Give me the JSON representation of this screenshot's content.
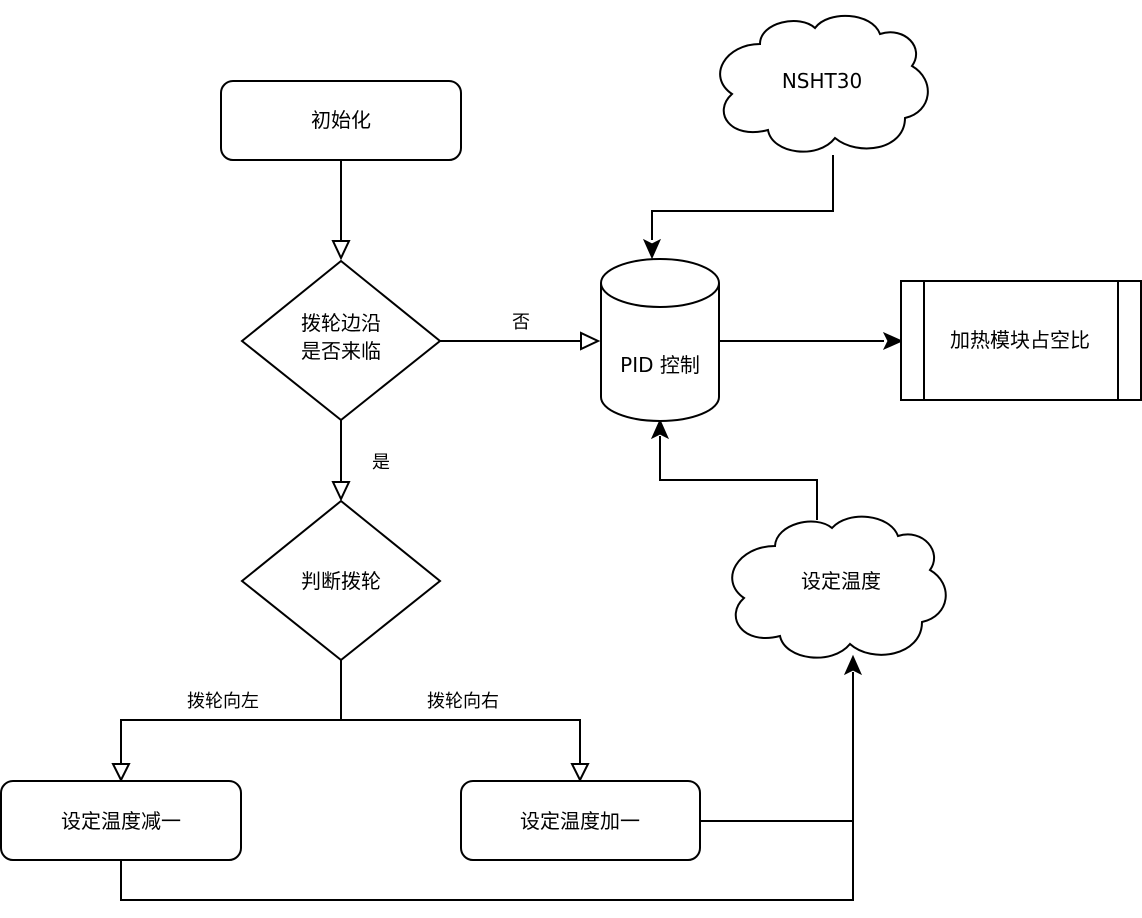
{
  "diagram": {
    "nodes": {
      "init": "初始化",
      "wheel_edge_line1": "拨轮边沿",
      "wheel_edge_line2": "是否来临",
      "judge_wheel": "判断拨轮",
      "temp_minus": "设定温度减一",
      "temp_plus": "设定温度加一",
      "pid": "PID 控制",
      "duty": "加热模块占空比",
      "sensor": "NSHT30",
      "set_temp": "设定温度"
    },
    "edges": {
      "no_label": "否",
      "yes_label": "是",
      "left_label": "拨轮向左",
      "right_label": "拨轮向右"
    }
  }
}
